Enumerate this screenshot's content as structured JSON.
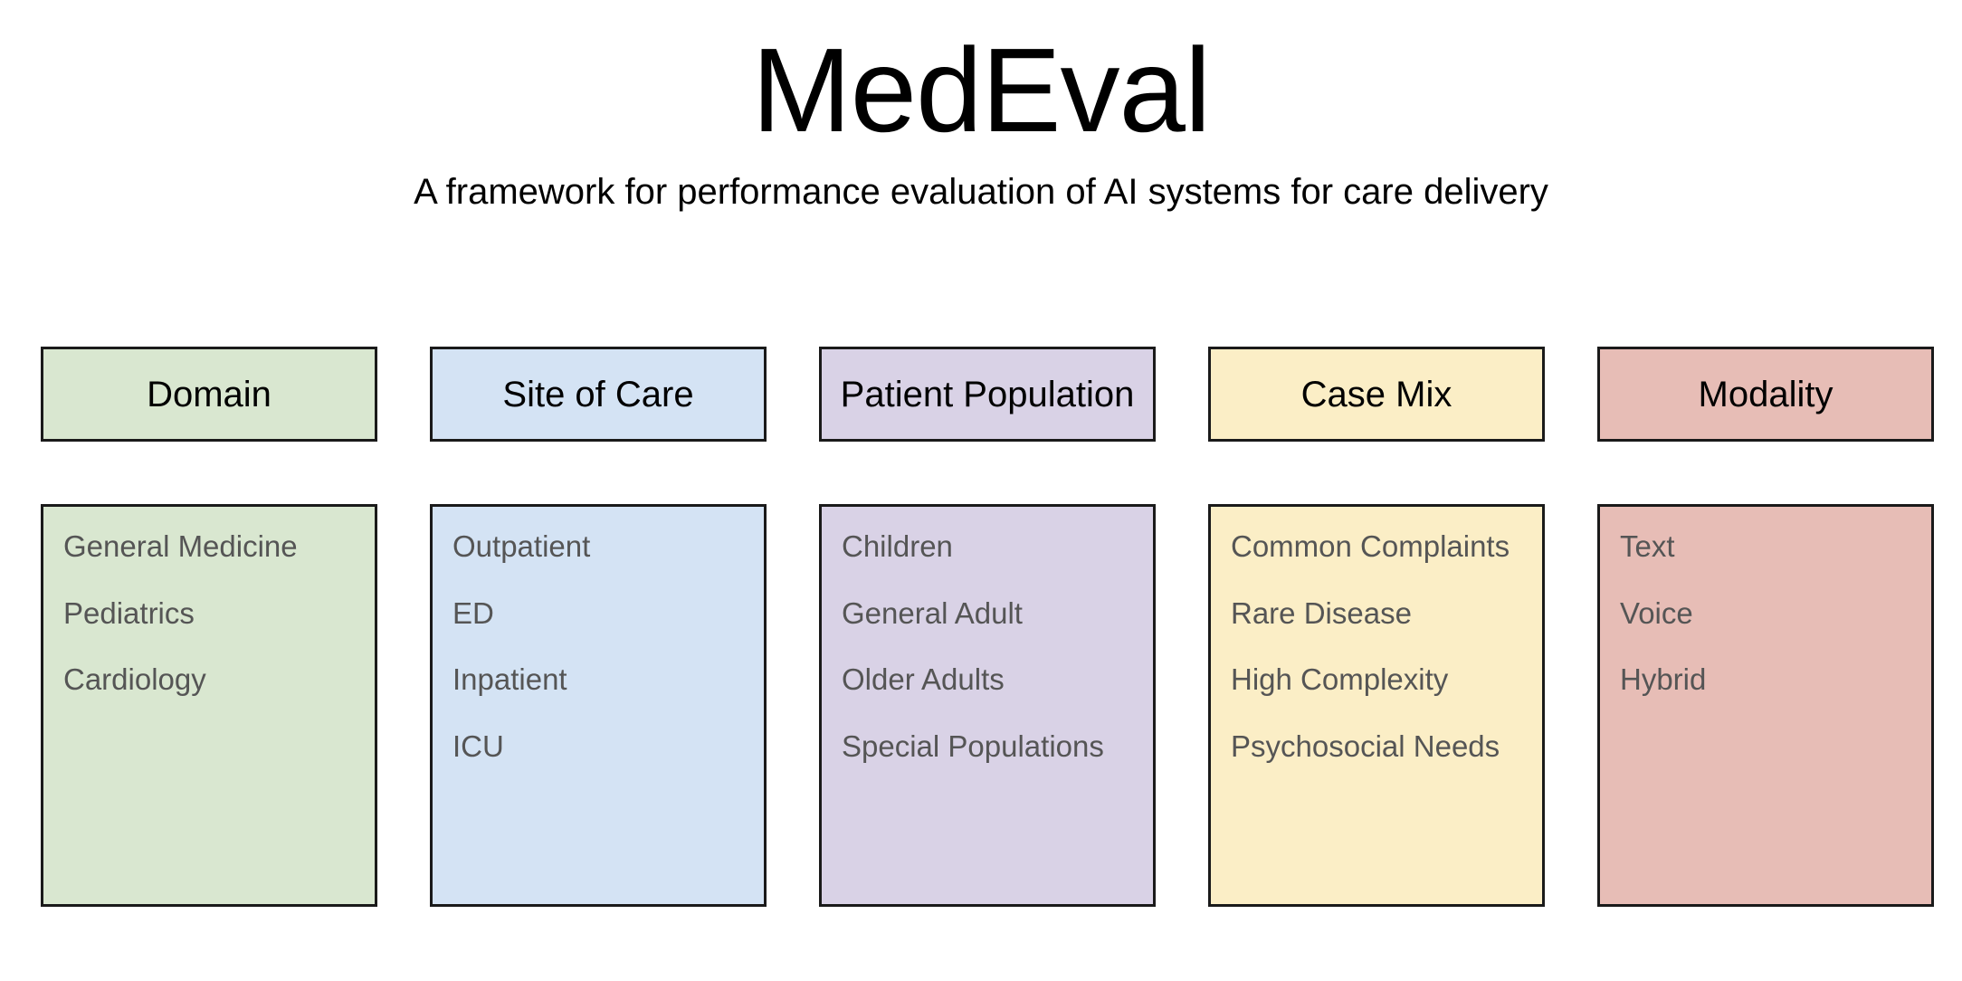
{
  "header": {
    "title": "MedEval",
    "subtitle": "A framework for performance evaluation of AI systems for care delivery"
  },
  "columns": [
    {
      "id": "domain",
      "label": "Domain",
      "color": "#d9e7d0",
      "border": "#1a1a1a",
      "items": [
        "General Medicine",
        "Pediatrics",
        "Cardiology"
      ]
    },
    {
      "id": "site-of-care",
      "label": "Site of Care",
      "color": "#d4e3f4",
      "border": "#1a1a1a",
      "items": [
        "Outpatient",
        "ED",
        "Inpatient",
        "ICU"
      ]
    },
    {
      "id": "patient-population",
      "label": "Patient Population",
      "color": "#d9d2e6",
      "border": "#1a1a1a",
      "items": [
        "Children",
        "General Adult",
        "Older Adults",
        "Special Populations"
      ]
    },
    {
      "id": "case-mix",
      "label": "Case Mix",
      "color": "#fbeec6",
      "border": "#1a1a1a",
      "items": [
        "Common Complaints",
        "Rare Disease",
        "High Complexity",
        "Psychosocial Needs"
      ]
    },
    {
      "id": "modality",
      "label": "Modality",
      "color": "#e7bdb6",
      "border": "#1a1a1a",
      "items": [
        "Text",
        "Voice",
        "Hybrid"
      ]
    }
  ]
}
